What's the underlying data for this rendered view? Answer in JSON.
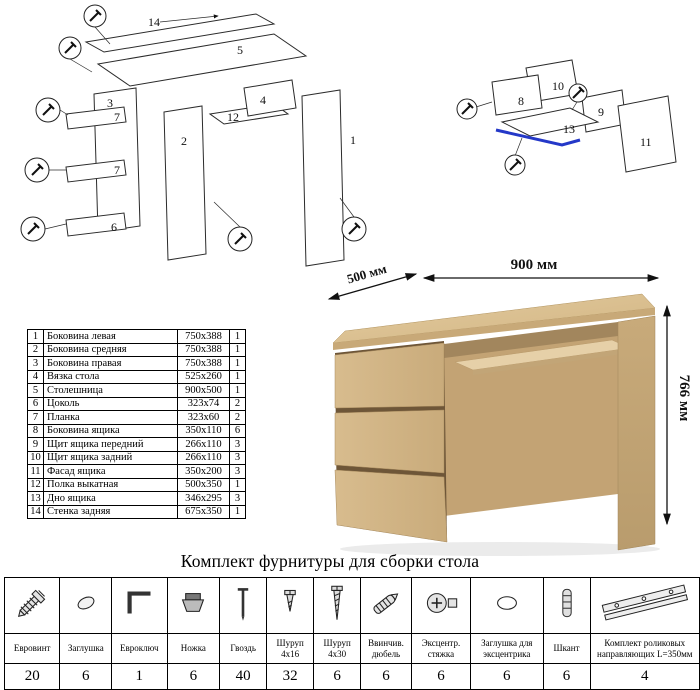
{
  "sheet": {
    "kit_title": "Комплект фурнитуры для сборки стола"
  },
  "exploded": {
    "labels": {
      "1": "1",
      "2": "2",
      "3": "3",
      "4": "4",
      "5": "5",
      "6": "6",
      "7": "7",
      "8": "8",
      "9": "9",
      "10": "10",
      "11": "11",
      "12": "12",
      "13": "13",
      "14": "14"
    }
  },
  "desk": {
    "dim_width": "900 мм",
    "dim_depth": "500 мм",
    "dim_height": "766 мм"
  },
  "parts_table": {
    "rows": [
      {
        "num": "1",
        "name": "Боковина левая",
        "size": "750x388",
        "qty": "1"
      },
      {
        "num": "2",
        "name": "Боковина средняя",
        "size": "750x388",
        "qty": "1"
      },
      {
        "num": "3",
        "name": "Боковина правая",
        "size": "750x388",
        "qty": "1"
      },
      {
        "num": "4",
        "name": "Вязка стола",
        "size": "525x260",
        "qty": "1"
      },
      {
        "num": "5",
        "name": "Столешница",
        "size": "900x500",
        "qty": "1"
      },
      {
        "num": "6",
        "name": "Цоколь",
        "size": "323x74",
        "qty": "2"
      },
      {
        "num": "7",
        "name": "Планка",
        "size": "323x60",
        "qty": "2"
      },
      {
        "num": "8",
        "name": "Боковина ящика",
        "size": "350x110",
        "qty": "6"
      },
      {
        "num": "9",
        "name": "Щит ящика передний",
        "size": "266x110",
        "qty": "3"
      },
      {
        "num": "10",
        "name": "Щит ящика задний",
        "size": "266x110",
        "qty": "3"
      },
      {
        "num": "11",
        "name": "Фасад ящика",
        "size": "350x200",
        "qty": "3"
      },
      {
        "num": "12",
        "name": "Полка выкатная",
        "size": "500x350",
        "qty": "1"
      },
      {
        "num": "13",
        "name": "Дно ящика",
        "size": "346x295",
        "qty": "3"
      },
      {
        "num": "14",
        "name": "Стенка задняя",
        "size": "675x350",
        "qty": "1"
      }
    ]
  },
  "hardware": {
    "items": [
      {
        "icon": "confirmat-screw-icon",
        "line1": "Евровинт",
        "line2": "",
        "qty": "20"
      },
      {
        "icon": "cap-icon",
        "line1": "Заглушка",
        "line2": "",
        "qty": "6"
      },
      {
        "icon": "hex-key-icon",
        "line1": "Евроключ",
        "line2": "",
        "qty": "1"
      },
      {
        "icon": "leg-icon",
        "line1": "Ножка",
        "line2": "",
        "qty": "6"
      },
      {
        "icon": "nail-icon",
        "line1": "Гвоздь",
        "line2": "",
        "qty": "40"
      },
      {
        "icon": "screw-icon",
        "line1": "Шуруп",
        "line2": "4x16",
        "qty": "32"
      },
      {
        "icon": "screw-icon",
        "line1": "Шуруп",
        "line2": "4x30",
        "qty": "6"
      },
      {
        "icon": "dowel-screw-icon",
        "line1": "Ввинчив.",
        "line2": "дюбель",
        "qty": "6"
      },
      {
        "icon": "cam-lock-icon",
        "line1": "Эксцентр.",
        "line2": "стяжка",
        "qty": "6"
      },
      {
        "icon": "cam-cap-icon",
        "line1": "Заглушка для",
        "line2": "эксцентрика",
        "qty": "6"
      },
      {
        "icon": "wood-dowel-icon",
        "line1": "Шкант",
        "line2": "",
        "qty": "6"
      },
      {
        "icon": "drawer-slides-icon",
        "line1": "Комплект роликовых",
        "line2": "направляющих L=350мм",
        "qty": "4"
      }
    ]
  }
}
